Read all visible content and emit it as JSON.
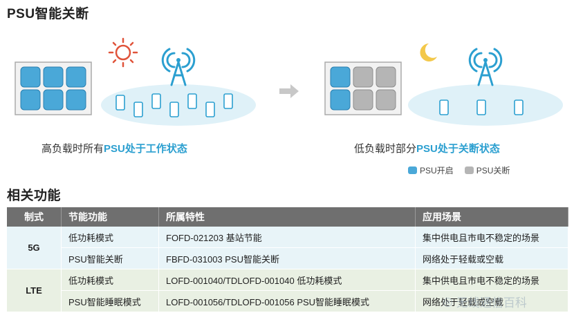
{
  "title": "PSU智能关断",
  "left": {
    "caption_pre": "高负载时所有",
    "caption_hl": "PSU处于工作状态",
    "icon": "sun-icon"
  },
  "right": {
    "caption_pre": "低负载时部分",
    "caption_hl": "PSU处于关断状态",
    "icon": "moon-icon"
  },
  "legend": {
    "on": "PSU开启",
    "off": "PSU关断"
  },
  "colors": {
    "accent": "#2b9fd0",
    "psu_on": "#4aa8d8",
    "psu_off": "#b5b5b5",
    "header": "#6f6f6f"
  },
  "section_title": "相关功能",
  "table": {
    "headers": [
      "制式",
      "节能功能",
      "所属特性",
      "应用场景"
    ],
    "groups": [
      {
        "system": "5G",
        "rows": [
          [
            "低功耗模式",
            "FOFD-021203 基站节能",
            "集中供电且市电不稳定的场景"
          ],
          [
            "PSU智能关断",
            "FBFD-031003 PSU智能关断",
            "网络处于轻载或空载"
          ]
        ]
      },
      {
        "system": "LTE",
        "rows": [
          [
            "低功耗模式",
            "LOFD-001040/TDLOFD-001040 低功耗模式",
            "集中供电且市电不稳定的场景"
          ],
          [
            "PSU智能睡眠模式",
            "LOFD-001056/TDLOFD-001056 PSU智能睡眠模式",
            "网络处于轻载或空载"
          ]
        ]
      }
    ]
  },
  "watermark": "无线通信百科"
}
